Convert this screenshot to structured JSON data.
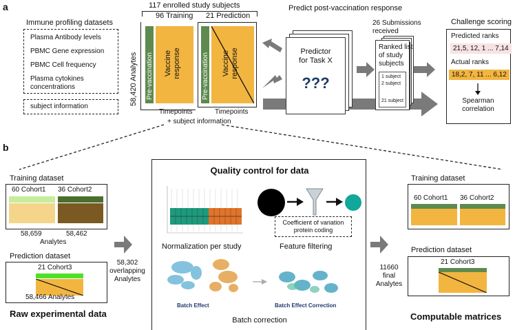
{
  "panel_a": {
    "letter": "a",
    "immune_profiling_title": "Immune profiling datasets",
    "datasets": [
      "Plasma Antibody levels",
      "PBMC Gene expression",
      "PBMC Cell frequency",
      "Plasma cytokines",
      "concentrations"
    ],
    "subject_information": "subject information",
    "enrolled": "117 enrolled study subjects",
    "training_label": "96 Training",
    "prediction_label": "21 Prediction",
    "analytes_vertical": "58,420 Analytes",
    "pre_vaccination": "Pre-vaccination",
    "vaccine_response": "Vaccine response",
    "timepoints": "Timepoints",
    "plus_subject_info": "+ subject information",
    "predict_title": "Predict post-vaccination response",
    "predictor_line1": "Predictor",
    "predictor_line2": "for Task X",
    "question_marks": "???",
    "submissions_line1": "26 Submissions",
    "submissions_line2": "received",
    "ranked_list": [
      "Ranked list",
      "of study",
      "subjects"
    ],
    "subject_rows": [
      "1 subject",
      "2 subject",
      "21 subject"
    ],
    "challenge_title": "Challenge scoring",
    "predicted_ranks_label": "Predicted ranks",
    "predicted_ranks": "21,5, 12, 1 ... 7,14",
    "actual_ranks_label": "Actual ranks",
    "actual_ranks": "18,2, 7, 11 ... 6,12",
    "spearman_line1": "Spearman",
    "spearman_line2": "correlation"
  },
  "panel_b": {
    "letter": "b",
    "training_dataset": "Training dataset",
    "cohort1": "60 Cohort1",
    "cohort2": "36 Cohort2",
    "cohort1_analytes": "58,659",
    "cohort2_analytes": "58,462",
    "analytes_word": "Analytes",
    "prediction_dataset": "Prediction dataset",
    "cohort3": "21 Cohort3",
    "cohort3_analytes": "58,466 Analytes",
    "raw_title": "Raw experimental data",
    "overlap_line1": "58,302",
    "overlap_line2": "overlapping",
    "overlap_line3": "Analytes",
    "qc_title": "Quality control for data",
    "normalization": "Normalization per study",
    "cv_line1": "Coefficient of variation",
    "cv_line2": "protein coding",
    "feature_filtering": "Feature filtering",
    "batch_effect": "Batch Effect",
    "batch_effect_correction": "Batch Effect Correction",
    "batch_correction": "Batch correction",
    "final_line1": "11660",
    "final_line2": "final",
    "final_line3": "Analytes",
    "right_training_dataset": "Training dataset",
    "right_cohort1": "60 Cohort1",
    "right_cohort2": "36 Cohort2",
    "right_prediction_dataset": "Prediction dataset",
    "right_cohort3": "21 Cohort3",
    "computable_title": "Computable matrices"
  },
  "colors": {
    "orange": "#f2b540",
    "dark_green": "#5e8a4f",
    "light_green": "#c7ec9c",
    "bright_green": "#4fe028",
    "light_orange": "#f4d58a",
    "brown": "#7a5a22",
    "teal": "#10a89a",
    "pink_chip": "#f7e3e3",
    "arrow_gray": "#7a7a7a"
  }
}
